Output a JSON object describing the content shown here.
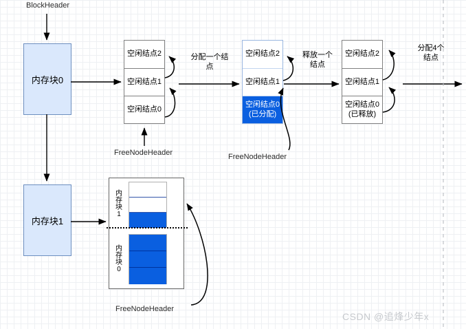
{
  "diagram": {
    "title": "Memory block / free node list allocation diagram",
    "watermark": "CSDN @追烽少年x",
    "colors": {
      "memblock_fill": "#dae8fc",
      "memblock_border": "#6c8ebf",
      "allocated_fill": "#0a5fe0",
      "allocated_text": "#ffffff",
      "list_border_gray": "#808080",
      "list_border_blue": "#9ab6e0",
      "grid_minor": "#eef0f3",
      "grid_major": "#dcdfe4"
    }
  },
  "labels": {
    "block_header": "BlockHeader",
    "free_node_header_1": "FreeNodeHeader",
    "free_node_header_2": "FreeNodeHeader",
    "free_node_header_3": "FreeNodeHeader"
  },
  "mem_blocks": [
    {
      "label": "内存块0"
    },
    {
      "label": "内存块1"
    }
  ],
  "edge_labels": [
    {
      "line1": "分配一个结",
      "line2": "点"
    },
    {
      "line1": "释放一个",
      "line2": "结点"
    },
    {
      "line1": "分配4个",
      "line2": "结点"
    }
  ],
  "free_lists": [
    {
      "name": "initial-free-list",
      "style": "gray",
      "cells": [
        {
          "line1": "空闲结点2",
          "line2": "",
          "state": "free"
        },
        {
          "line1": "空闲结点1",
          "line2": "",
          "state": "free"
        },
        {
          "line1": "空闲结点0",
          "line2": "",
          "state": "free"
        }
      ]
    },
    {
      "name": "after-allocate-list",
      "style": "blue",
      "cells": [
        {
          "line1": "空闲结点2",
          "line2": "",
          "state": "free"
        },
        {
          "line1": "空闲结点1",
          "line2": "",
          "state": "free"
        },
        {
          "line1": "空闲结点0",
          "line2": "(已分配)",
          "state": "allocated"
        }
      ]
    },
    {
      "name": "after-free-list",
      "style": "gray",
      "cells": [
        {
          "line1": "空闲结点2",
          "line2": "",
          "state": "free"
        },
        {
          "line1": "空闲结点1",
          "line2": "",
          "state": "free"
        },
        {
          "line1": "空闲结点0",
          "line2": "(已释放)",
          "state": "free"
        }
      ]
    }
  ],
  "memory_map": {
    "upper": {
      "vlabel": [
        "内",
        "存",
        "块",
        "1"
      ],
      "cells": [
        "free",
        "free",
        "used"
      ]
    },
    "lower": {
      "vlabel": [
        "内",
        "存",
        "块",
        "0"
      ],
      "cells": [
        "used",
        "used",
        "used"
      ]
    }
  }
}
